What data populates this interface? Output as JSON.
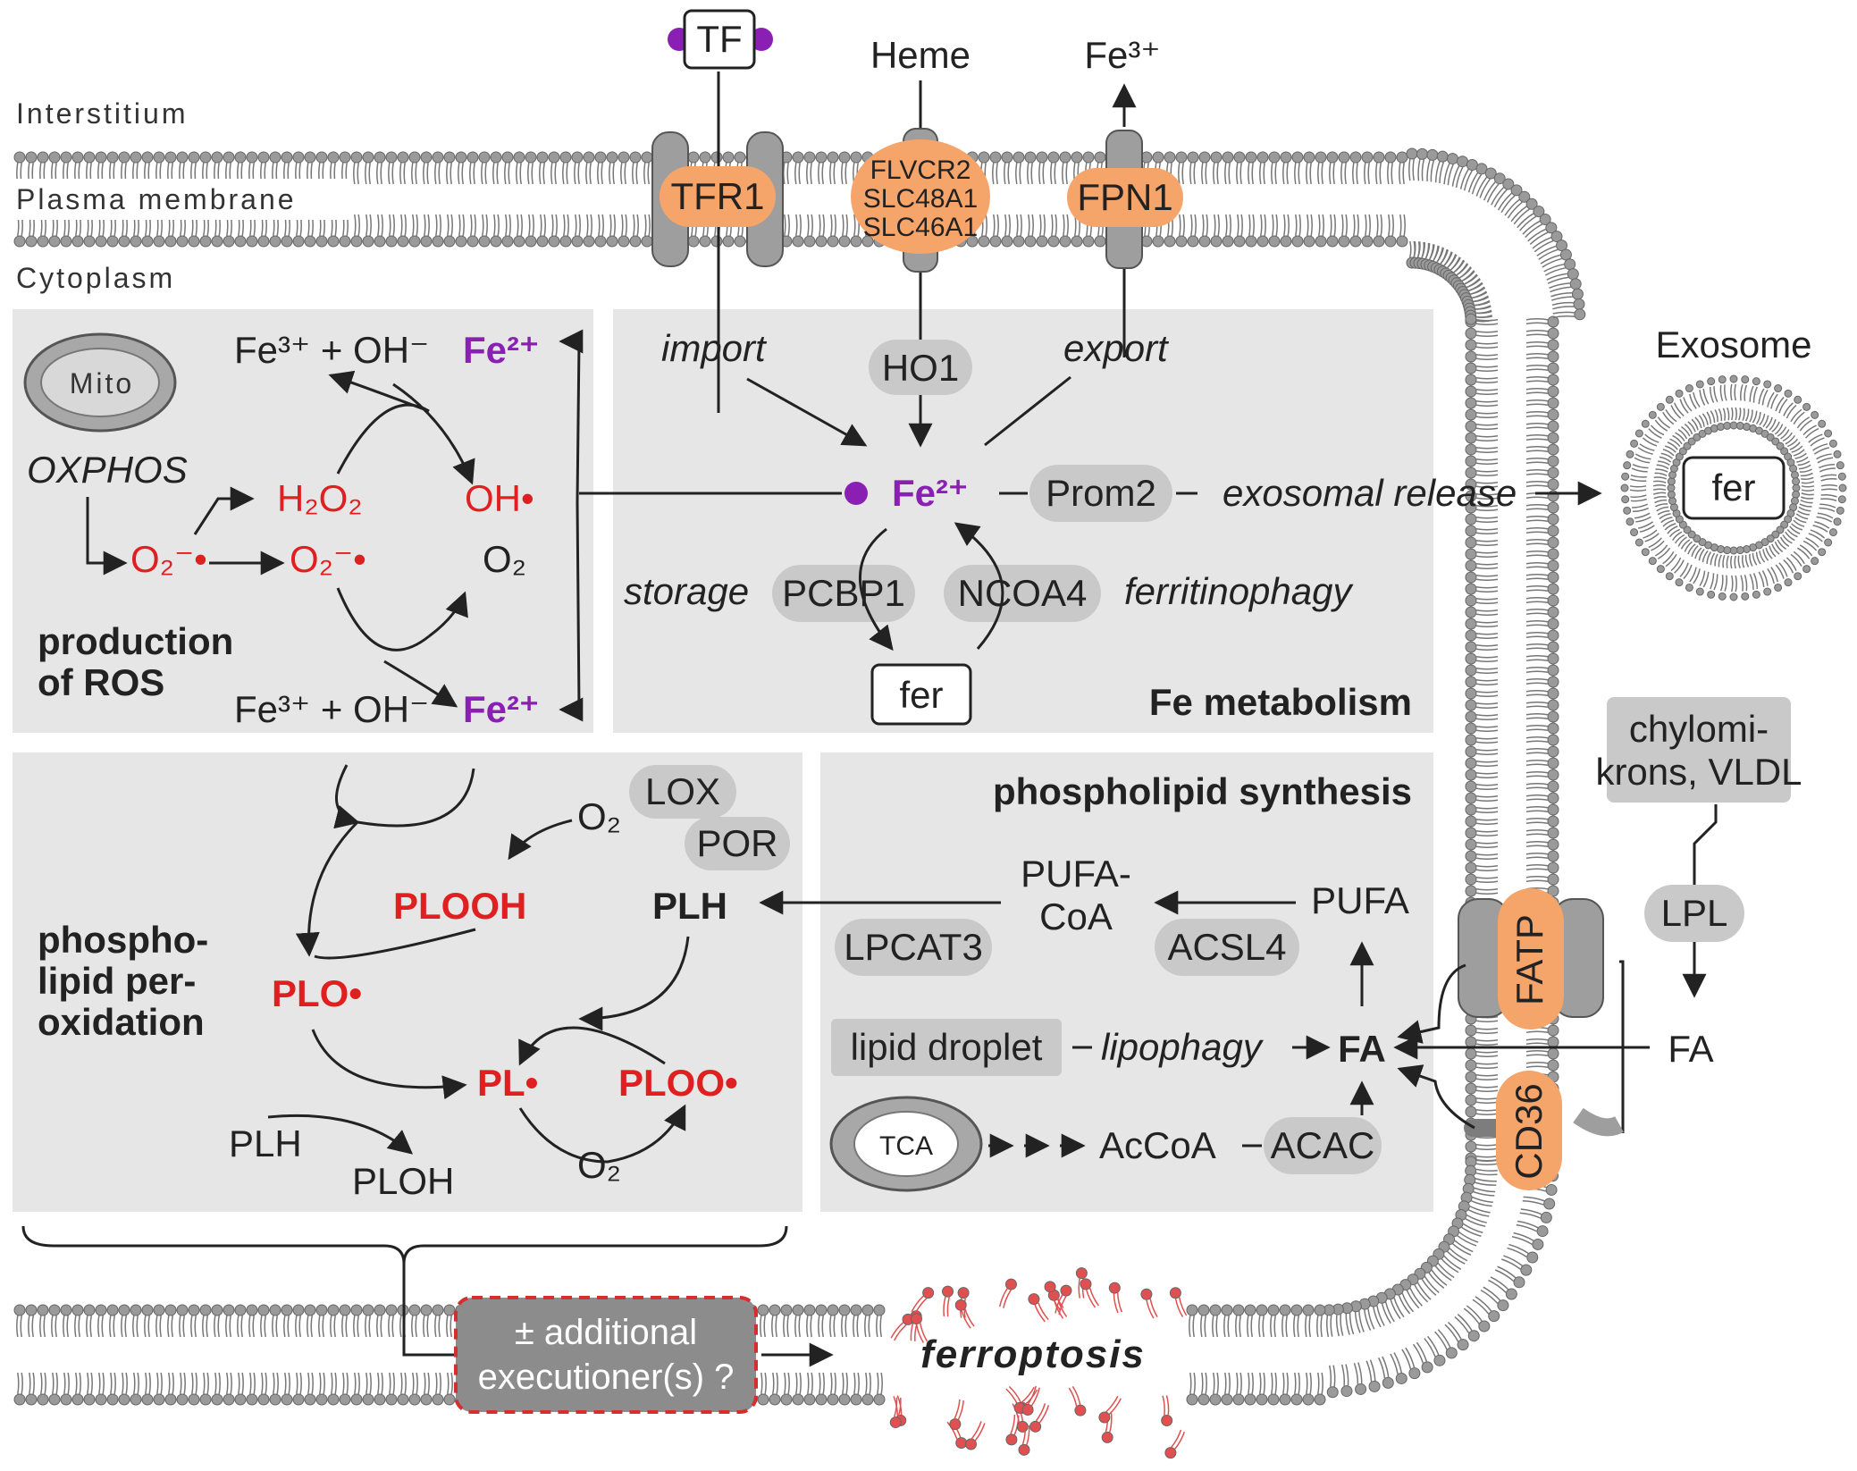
{
  "compartments": {
    "interstitium": "Interstitium",
    "plasma_membrane": "Plasma membrane",
    "cytoplasm": "Cytoplasm",
    "exosome": "Exosome"
  },
  "transport": {
    "tf": "TF",
    "heme": "Heme",
    "fe3_out": "Fe³⁺",
    "tfr1": "TFR1",
    "flvcr2": "FLVCR2",
    "slc48a1": "SLC48A1",
    "slc46a1": "SLC46A1",
    "fpn1": "FPN1"
  },
  "ros_panel": {
    "mito": "Mito",
    "oxphos": "OXPHOS",
    "fe3_oh_top": "Fe³⁺ + OH⁻",
    "fe2_top": "Fe²⁺",
    "h2o2": "H₂O₂",
    "oh_radical": "OH•",
    "o2_radical_1": "O₂⁻•",
    "o2_radical_2": "O₂⁻•",
    "o2": "O₂",
    "title_line1": "production",
    "title_line2": "of ROS",
    "fe3_oh_bottom": "Fe³⁺ + OH⁻",
    "fe2_bottom": "Fe²⁺"
  },
  "fe_panel": {
    "import": "import",
    "ho1": "HO1",
    "export": "export",
    "fe2": "Fe²⁺",
    "prom2": "Prom2",
    "exosomal_release": "exosomal release",
    "storage": "storage",
    "pcbp1": "PCBP1",
    "ncoa4": "NCOA4",
    "ferritinophagy": "ferritinophagy",
    "fer": "fer",
    "title": "Fe metabolism"
  },
  "exosome_box": {
    "fer": "fer"
  },
  "lipid_perox_panel": {
    "title_line1": "phospho-",
    "title_line2": "lipid per-",
    "title_line3": "oxidation",
    "lox": "LOX",
    "por": "POR",
    "o2_top": "O₂",
    "plooh": "PLOOH",
    "plh_bold": "PLH",
    "plo": "PLO•",
    "pl": "PL•",
    "ploo": "PLOO•",
    "plh": "PLH",
    "ploh": "PLOH",
    "o2_bottom": "O₂"
  },
  "pl_synth_panel": {
    "title": "phospholipid synthesis",
    "pufa_coa_line1": "PUFA-",
    "pufa_coa_line2": "CoA",
    "pufa": "PUFA",
    "lpcat3": "LPCAT3",
    "acsl4": "ACSL4",
    "lipid_droplet": "lipid droplet",
    "lipophagy": "lipophagy",
    "fa": "FA",
    "tca": "TCA",
    "accoa": "AcCoA",
    "acac": "ACAC"
  },
  "uptake": {
    "chylo_line1": "chylomi-",
    "chylo_line2": "krons, VLDL",
    "lpl": "LPL",
    "fa_out": "FA",
    "fatp": "FATP",
    "cd36": "CD36"
  },
  "outcome": {
    "exec_line1": "± additional",
    "exec_line2": "executioner(s) ?",
    "ferroptosis": "ferroptosis"
  },
  "colors": {
    "panel": "#e6e6e6",
    "pill": "#c9c9c9",
    "protein": "#f5a46a",
    "ros_red": "#e02020",
    "iron_purple": "#8a1fb4",
    "membrane_head": "#9a9a9a",
    "exec_box": "#8c8c8c"
  }
}
